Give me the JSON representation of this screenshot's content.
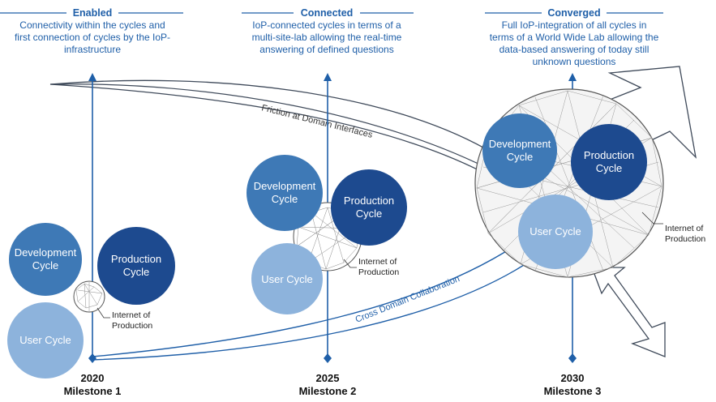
{
  "stages": [
    {
      "title": "Enabled",
      "desc": [
        "Connectivity within the cycles and",
        "first connection of cycles by the IoP-",
        "infrastructure"
      ]
    },
    {
      "title": "Connected",
      "desc": [
        "IoP-connected cycles in terms of a",
        "multi-site-lab allowing the real-time",
        "answering of defined questions"
      ]
    },
    {
      "title": "Converged",
      "desc": [
        "Full IoP-integration of all cycles in",
        "terms of a World Wide Lab allowing the",
        "data-based answering of today still",
        "unknown questions"
      ]
    }
  ],
  "milestones": [
    {
      "year": "2020",
      "label": "Milestone 1"
    },
    {
      "year": "2025",
      "label": "Milestone 2"
    },
    {
      "year": "2030",
      "label": "Milestone 3"
    }
  ],
  "cycles": {
    "development": [
      "Development",
      "Cycle"
    ],
    "production": [
      "Production",
      "Cycle"
    ],
    "user": "User Cycle"
  },
  "network_label": [
    "Internet of",
    "Production"
  ],
  "curves": {
    "friction": "Friction at Domain Interfaces",
    "collaboration": "Cross Domain Collaboration"
  },
  "colors": {
    "blue_main": "#1f5fa8",
    "development": "#3e79b6",
    "production": "#1d4a8f",
    "user": "#8db3dc"
  }
}
